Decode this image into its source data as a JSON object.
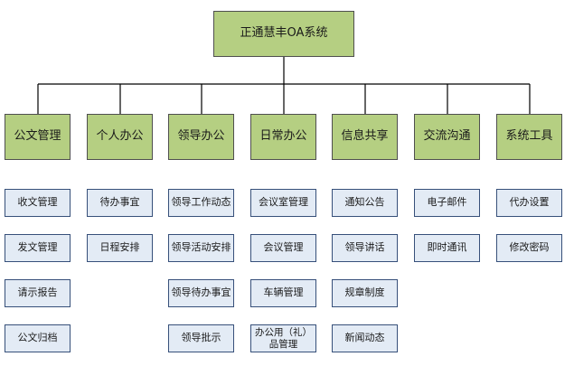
{
  "root": {
    "label": "正通慧丰OA系统"
  },
  "categories": [
    {
      "label": "公文管理",
      "items": [
        "收文管理",
        "发文管理",
        "请示报告",
        "公文归档"
      ]
    },
    {
      "label": "个人办公",
      "items": [
        "待办事宜",
        "日程安排"
      ]
    },
    {
      "label": "领导办公",
      "items": [
        "领导工作动态",
        "领导活动安排",
        "领导待办事宜",
        "领导批示"
      ]
    },
    {
      "label": "日常办公",
      "items": [
        "会议室管理",
        "会议管理",
        "车辆管理",
        "办公用（礼）品管理"
      ]
    },
    {
      "label": "信息共享",
      "items": [
        "通知公告",
        "领导讲话",
        "规章制度",
        "新闻动态"
      ]
    },
    {
      "label": "交流沟通",
      "items": [
        "电子邮件",
        "即时通讯"
      ]
    },
    {
      "label": "系统工具",
      "items": [
        "代办设置",
        "修改密码"
      ]
    }
  ]
}
